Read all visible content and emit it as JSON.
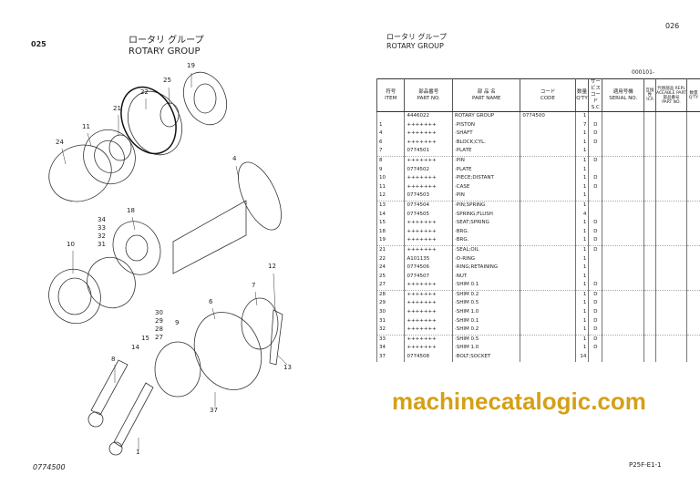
{
  "left_page": {
    "page_number": "025",
    "title_jp": "ロータリ グループ",
    "title_en": "ROTARY GROUP",
    "footer_code": "0774500",
    "callouts": [
      "19",
      "25",
      "22",
      "21",
      "11",
      "24",
      "4",
      "18",
      "34",
      "33",
      "32",
      "31",
      "10",
      "12",
      "7",
      "6",
      "30",
      "29",
      "28",
      "27",
      "9",
      "15",
      "14",
      "8",
      "13",
      "37",
      "1"
    ]
  },
  "right_page": {
    "page_number": "026",
    "title_jp": "ロータリ グループ",
    "title_en": "ROTARY GROUP",
    "serial_header": "000101-",
    "footer_code": "P25F-E1-1",
    "columns": [
      {
        "jp": "符号",
        "en": "ITEM"
      },
      {
        "jp": "部品番号",
        "en": "PART NO."
      },
      {
        "jp": "部 品 名",
        "en": "PART NAME"
      },
      {
        "jp": "コード",
        "en": "CODE"
      },
      {
        "jp": "数量",
        "en": "Q'TY"
      },
      {
        "jp": "サービスコード",
        "en": "S.C"
      },
      {
        "jp": "適用号機",
        "en": "SERIAL NO."
      },
      {
        "jp": "互換性",
        "en": "ICA"
      },
      {
        "jp": "代替部品 REPLACEABLE PART 部品番号",
        "en": "PART NO."
      },
      {
        "jp": "数量",
        "en": "Q'TY"
      }
    ],
    "rows": [
      [
        "",
        "4446022",
        "ROTARY GROUP",
        "0774500",
        "1",
        ""
      ],
      [
        "1",
        "+++++++",
        "·PISTON",
        "",
        "7",
        "D"
      ],
      [
        "4",
        "+++++++",
        "·SHAFT",
        "",
        "1",
        "D"
      ],
      [
        "6",
        "+++++++",
        "·BLOCK;CYL.",
        "",
        "1",
        "D"
      ],
      [
        "7",
        "0774501",
        "·PLATE",
        "",
        "1",
        ""
      ],
      [
        "8",
        "+++++++",
        "·PIN",
        "",
        "1",
        "D"
      ],
      [
        "9",
        "0774502",
        "·PLATE",
        "",
        "1",
        ""
      ],
      [
        "10",
        "+++++++",
        "·PIECE;DISTANT",
        "",
        "1",
        "D"
      ],
      [
        "11",
        "+++++++",
        "·CASE",
        "",
        "1",
        "D"
      ],
      [
        "12",
        "0774503",
        "·PIN",
        "",
        "1",
        ""
      ],
      [
        "13",
        "0774504",
        "·PIN;SPRING",
        "",
        "1",
        ""
      ],
      [
        "14",
        "0774505",
        "·SPRING;FLUSH",
        "",
        "4",
        ""
      ],
      [
        "15",
        "+++++++",
        "·SEAT;SPRING",
        "",
        "1",
        "D"
      ],
      [
        "18",
        "+++++++",
        "·BRG.",
        "",
        "1",
        "D"
      ],
      [
        "19",
        "+++++++",
        "·BRG.",
        "",
        "1",
        "D"
      ],
      [
        "21",
        "+++++++",
        "·SEAL;OIL",
        "",
        "1",
        "D"
      ],
      [
        "22",
        "A101135",
        "·O-RING",
        "",
        "1",
        ""
      ],
      [
        "24",
        "0774506",
        "·RING;RETAINING",
        "",
        "1",
        ""
      ],
      [
        "25",
        "0774507",
        "·NUT",
        "",
        "1",
        ""
      ],
      [
        "27",
        "+++++++",
        "·SHIM 0.1",
        "",
        "1",
        "D"
      ],
      [
        "28",
        "+++++++",
        "·SHIM 0.2",
        "",
        "1",
        "D"
      ],
      [
        "29",
        "+++++++",
        "·SHIM 0.5",
        "",
        "1",
        "D"
      ],
      [
        "30",
        "+++++++",
        "·SHIM 1.0",
        "",
        "1",
        "D"
      ],
      [
        "31",
        "+++++++",
        "·SHIM 0.1",
        "",
        "1",
        "D"
      ],
      [
        "32",
        "+++++++",
        "·SHIM 0.2",
        "",
        "1",
        "D"
      ],
      [
        "33",
        "+++++++",
        "·SHIM 0.5",
        "",
        "1",
        "D"
      ],
      [
        "34",
        "+++++++",
        "·SHIM 1.0",
        "",
        "1",
        "D"
      ],
      [
        "37",
        "0774508",
        "·BOLT;SOCKET",
        "",
        "14",
        ""
      ]
    ]
  },
  "watermark": "machinecatalogic.com"
}
